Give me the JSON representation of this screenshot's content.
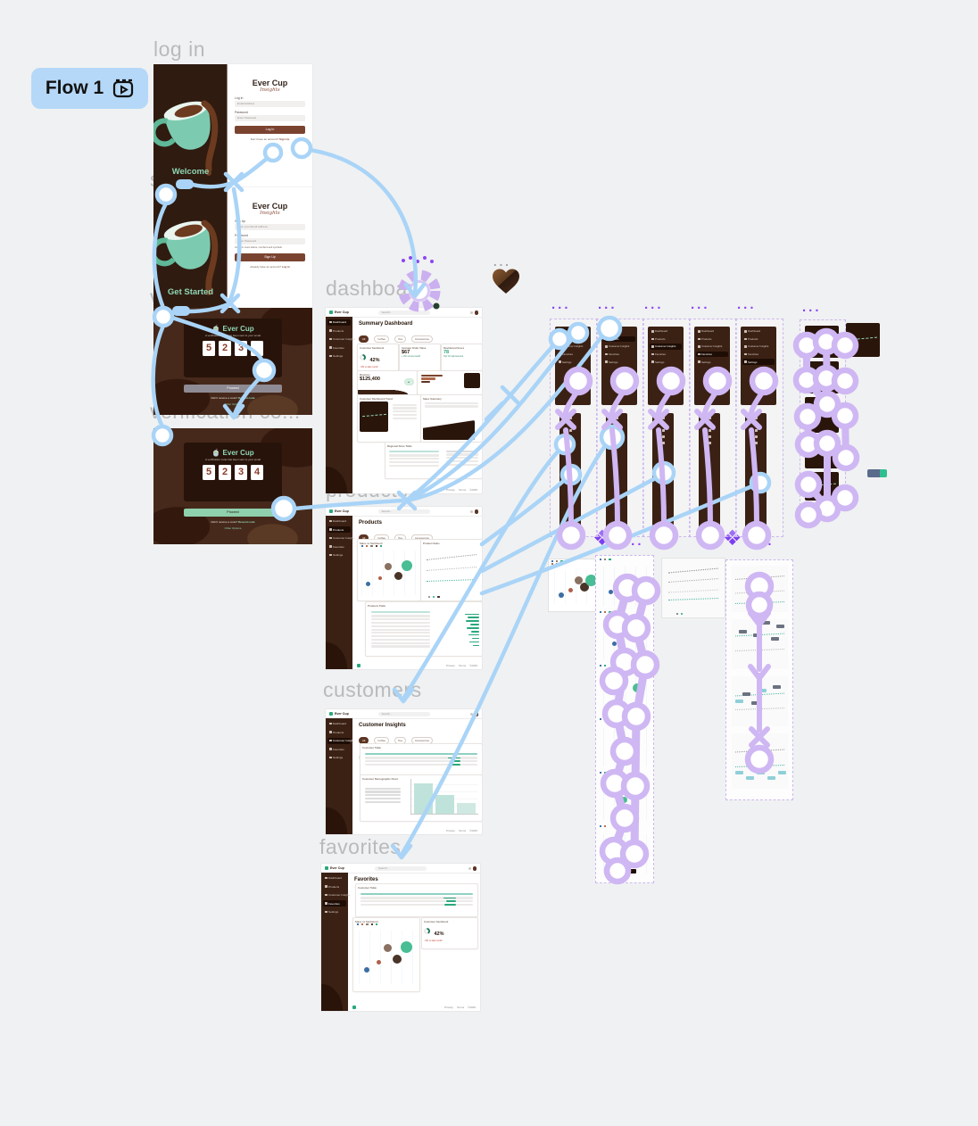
{
  "flow_badge": {
    "label": "Flow 1"
  },
  "labels": {
    "login": "log in",
    "signup": "sign up",
    "verification_a": "verification co...",
    "verification_b": "verification co...",
    "dashboard": "dashboard",
    "products": "products",
    "customers": "customers",
    "favorites": "favorites"
  },
  "phone": {
    "welcome": "Welcome",
    "get_started": "Get Started"
  },
  "auth": {
    "brand": "Ever Cup",
    "sub": "Insights",
    "login": {
      "label1": "Log In",
      "ph1": "Email Address",
      "label2": "Password",
      "ph2": "Enter Password",
      "button": "Log In",
      "footer_text": "Don't have an account?",
      "footer_link": "Sign Up"
    },
    "signup": {
      "label1": "Sign Up",
      "ph1": "Enter your Email Address",
      "label2": "Password",
      "ph2": "Enter Password",
      "note": "Use 8 or more letters, numbers and symbols",
      "button": "Sign Up",
      "footer_text": "Already have an account?",
      "footer_link": "Log In"
    }
  },
  "verification": {
    "brand": "Ever Cup",
    "message": "A verification code has been sent to your email",
    "digits_partial": [
      "5",
      "2",
      "3",
      ""
    ],
    "digits_full": [
      "5",
      "2",
      "3",
      "4"
    ],
    "button": "Proceed",
    "resend_text": "Didn't receive a code?",
    "resend_link": "Resend code",
    "other_options": "Other Options"
  },
  "app": {
    "brand": "Ever Cup",
    "search": "Search...",
    "nav": [
      "Dashboard",
      "Products",
      "Customer Insights",
      "Favorites",
      "Settings"
    ],
    "footer": {
      "privacy": "Privacy",
      "terms": "Terms",
      "copyright": "©2025"
    },
    "dashboard": {
      "title": "Summary Dashboard",
      "chips": [
        "All",
        "Coffee",
        "Tea",
        "Accessories"
      ],
      "month_chip": "Month",
      "cards": [
        {
          "label": "Customer Sentiment",
          "value": "42%",
          "note": "- 5% vs last month"
        },
        {
          "label": "Average Order Value",
          "value": "$67",
          "note": "+ 2% vs last month"
        },
        {
          "label": "Dashboard Score",
          "value": "78",
          "note": "Top % improvement"
        }
      ],
      "revenue": {
        "label": "Revenue",
        "value": "$125,400"
      },
      "chart1_title": "Customer Dashboard Trend",
      "chart2_title": "Sales Summary",
      "table_title": "Regional Store Table"
    },
    "products": {
      "title": "Products",
      "chart1_title": "Sales vs Sentiment",
      "chart2_title": "Product Sales",
      "table_title": "Products Table"
    },
    "customers": {
      "title": "Customer Insights",
      "table_title": "Customer Table",
      "chart_title": "Customer Demographic Chart"
    },
    "favorites": {
      "title": "Favorites",
      "table_title": "Customer Table",
      "chart1_title": "Sales vs Sentiment",
      "sentiment_value": "42%"
    }
  },
  "ellipsis": "..."
}
